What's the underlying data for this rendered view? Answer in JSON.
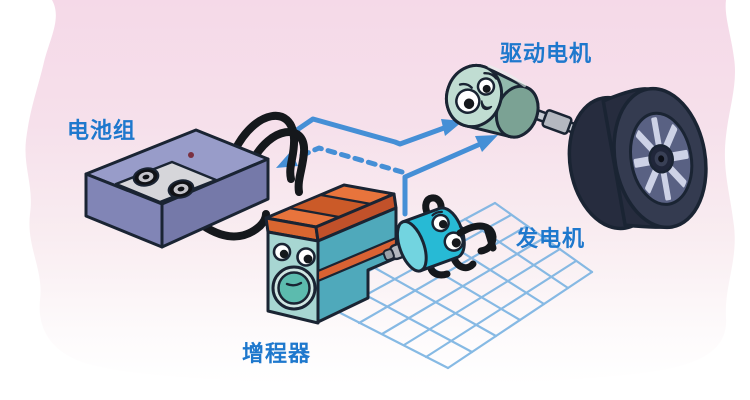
{
  "labels": {
    "battery_pack": "电池组",
    "drive_motor": "驱动电机",
    "generator": "发电机",
    "range_extender": "增程器"
  },
  "colors": {
    "label_blue": "#1e78cd",
    "flow_line_blue": "#458fd6",
    "grid_blue": "#7ab3e2",
    "background_pink": "#f5d9e8",
    "battery_purple": "#989cc9",
    "range_extender_teal": "#4fa9bb",
    "range_extender_orange": "#e8743c",
    "generator_cyan": "#27bad5",
    "motor_green": "#93bbad",
    "tire_navy": "#2a3044",
    "cable_black": "#15181c"
  },
  "diagram": {
    "type": "illustrated-flow-diagram",
    "nodes": [
      "电池组",
      "增程器",
      "发电机",
      "驱动电机"
    ],
    "edges": [
      {
        "from": "电池组",
        "to": "驱动电机",
        "style": "solid-arrow"
      },
      {
        "from": "发电机",
        "to": "驱动电机",
        "style": "solid-arrow"
      },
      {
        "from": "发电机",
        "to": "电池组",
        "style": "dashed-arrow"
      }
    ]
  }
}
